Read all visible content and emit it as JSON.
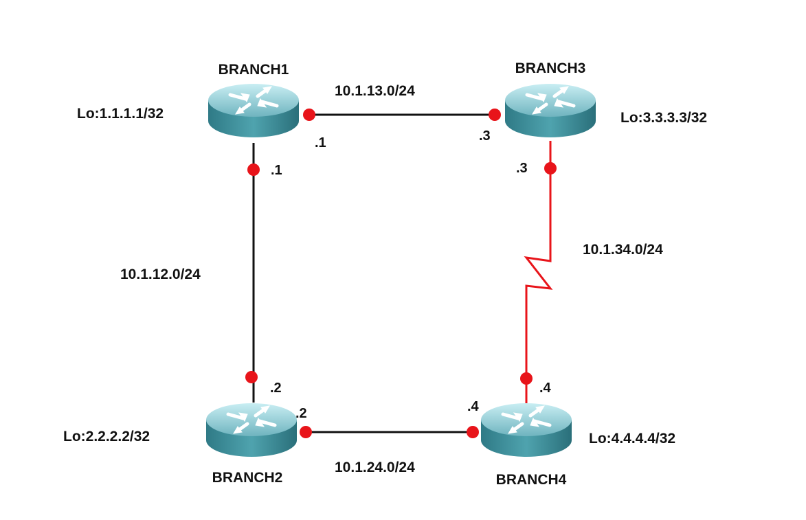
{
  "colors": {
    "ethernet_link": "#111111",
    "serial_link": "#e8141a",
    "interface_dot": "#e8141a",
    "router_body_top": "#9ed6e0",
    "router_body_side": "#3f8d98",
    "text": "#111111"
  },
  "routers": {
    "branch1": {
      "name": "BRANCH1",
      "loopback": "Lo:1.1.1.1/32",
      "icon": "router-icon"
    },
    "branch2": {
      "name": "BRANCH2",
      "loopback": "Lo:2.2.2.2/32",
      "icon": "router-icon"
    },
    "branch3": {
      "name": "BRANCH3",
      "loopback": "Lo:3.3.3.3/32",
      "icon": "router-icon"
    },
    "branch4": {
      "name": "BRANCH4",
      "loopback": "Lo:4.4.4.4/32",
      "icon": "router-icon"
    }
  },
  "links": {
    "b1_b3": {
      "network": "10.1.13.0/24",
      "type": "ethernet",
      "end_a": ".1",
      "end_b": ".3"
    },
    "b1_b2": {
      "network": "10.1.12.0/24",
      "type": "ethernet",
      "end_a": ".1",
      "end_b": ".2"
    },
    "b3_b4": {
      "network": "10.1.34.0/24",
      "type": "serial",
      "end_a": ".3",
      "end_b": ".4"
    },
    "b2_b4": {
      "network": "10.1.24.0/24",
      "type": "ethernet",
      "end_a": ".2",
      "end_b": ".4"
    }
  }
}
